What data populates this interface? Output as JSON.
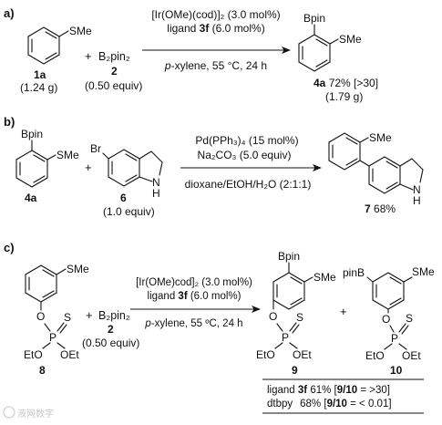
{
  "panels": {
    "a": {
      "label": "a)",
      "reactant1": {
        "substituent": "SMe",
        "id": "1a",
        "amount": "(1.24 g)"
      },
      "plus": "+",
      "reagent": {
        "formula": "B₂pin₂",
        "id": "2",
        "amount": "(0.50 equiv)"
      },
      "arrow_above_1": "[Ir(OMe)(cod)]₂ (3.0 mol%)",
      "arrow_above_2_pre": "ligand ",
      "arrow_above_2_bold": "3f",
      "arrow_above_2_post": " (6.0 mol%)",
      "arrow_below_italic": "p",
      "arrow_below_rest": "-xylene, 55 °C, 24 h",
      "product": {
        "top": "Bpin",
        "side": "SMe",
        "id": "4a",
        "yield": " 72% [>30]",
        "amount": "(1.79 g)"
      }
    },
    "b": {
      "label": "b)",
      "reactant1": {
        "top": "Bpin",
        "side": "SMe",
        "id": "4a"
      },
      "plus": "+",
      "reactant2": {
        "br": "Br",
        "nh": "N",
        "h": "H",
        "id": "6",
        "amount": "(1.0 equiv)"
      },
      "arrow_above_1": "Pd(PPh₃)₄ (15 mol%)",
      "arrow_above_2": "Na₂CO₃ (5.0 equiv)",
      "arrow_below": "dioxane/EtOH/H₂O (2:1:1)",
      "product": {
        "side": "SMe",
        "nh": "N",
        "h": "H",
        "id": "7",
        "yield": " 68%"
      }
    },
    "c": {
      "label": "c)",
      "reactant": {
        "side": "SMe",
        "o": "O",
        "p": "P",
        "s": "S",
        "eto_left": "EtO",
        "oet_right": "OEt",
        "id": "8"
      },
      "plus": "+",
      "reagent": {
        "formula": "B₂pin₂",
        "id": "2",
        "amount": "(0.50 equiv)"
      },
      "arrow_above_1": "[Ir(OMe)cod]₂ (3.0 mol%)",
      "arrow_above_2_pre": "ligand ",
      "arrow_above_2_bold": "3f",
      "arrow_above_2_post": " (6.0 mol%)",
      "arrow_below_italic": "p",
      "arrow_below_rest": "-xylene, 55 ºC, 24 h",
      "product1": {
        "top": "Bpin",
        "side": "SMe",
        "o": "O",
        "p": "P",
        "s": "S",
        "eto": "EtO",
        "oet": "OEt",
        "id": "9"
      },
      "plus2": "+",
      "product2": {
        "left": "pinB",
        "side": "SMe",
        "o": "O",
        "p": "P",
        "s": "S",
        "eto": "EtO",
        "oet": "OEt",
        "id": "10"
      },
      "table": [
        {
          "ligand_pre": "ligand ",
          "ligand_bold": "3f",
          "value": " 61% [",
          "ratio_bold": "9/10",
          "ratio_tail": " = >30]"
        },
        {
          "ligand_pre": "dtbpy",
          "ligand_bold": "",
          "value": "68% [",
          "ratio_bold": "9/10",
          "ratio_tail": " = < 0.01]"
        }
      ]
    }
  },
  "watermark": "液网数字"
}
